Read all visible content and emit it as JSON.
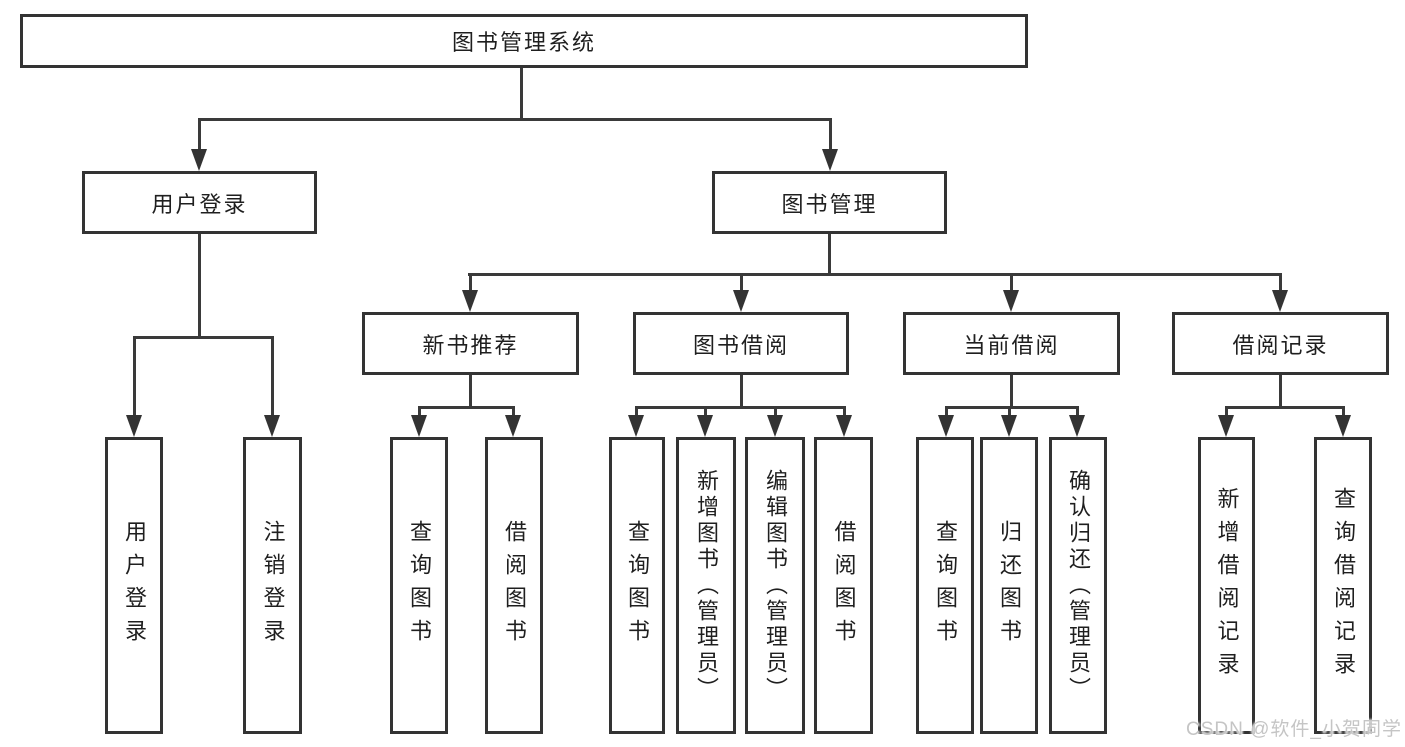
{
  "diagram": {
    "title": "图书管理系统",
    "root": {
      "label": "图书管理系统"
    },
    "level2": [
      {
        "label": "用户登录"
      },
      {
        "label": "图书管理"
      }
    ],
    "level3": [
      {
        "label": "新书推荐"
      },
      {
        "label": "图书借阅"
      },
      {
        "label": "当前借阅"
      },
      {
        "label": "借阅记录"
      }
    ],
    "leaves": [
      {
        "label": "用户登录"
      },
      {
        "label": "注销登录"
      },
      {
        "label": "查询图书"
      },
      {
        "label": "借阅图书"
      },
      {
        "label": "查询图书"
      },
      {
        "label": "新增图书（管理员）"
      },
      {
        "label": "编辑图书（管理员）"
      },
      {
        "label": "借阅图书"
      },
      {
        "label": "查询图书"
      },
      {
        "label": "归还图书"
      },
      {
        "label": "确认归还（管理员）"
      },
      {
        "label": "新增借阅记录"
      },
      {
        "label": "查询借阅记录"
      }
    ],
    "colors": {
      "line": "#333333",
      "background": "#ffffff",
      "text": "#1f1f1f"
    }
  },
  "watermark": {
    "text": "CSDN @软件_小贺同学",
    "color": "#c5c5c5"
  }
}
